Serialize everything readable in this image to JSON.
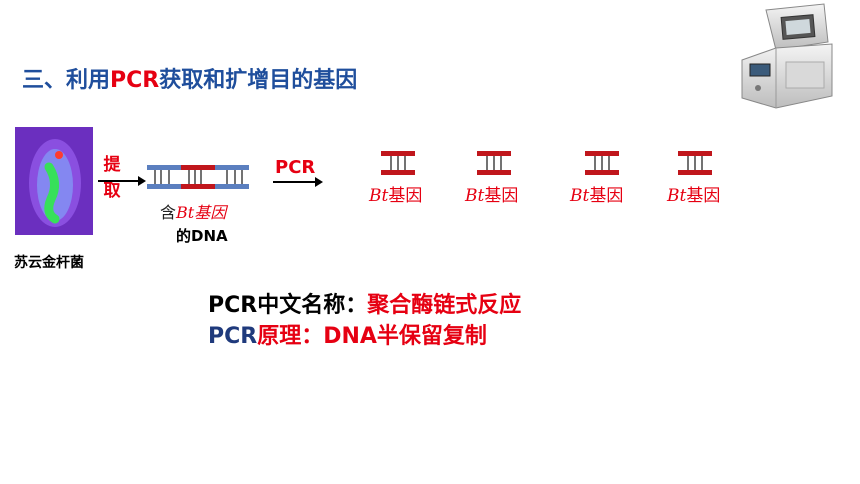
{
  "title": {
    "prefix": "三、利用",
    "highlight": "PCR",
    "suffix": "获取和扩增目的基因"
  },
  "bacteria": {
    "label": "苏云金杆菌"
  },
  "extract_label": "提取",
  "dna": {
    "contains": "含",
    "gene": "Bt",
    "gene_suffix": "基因",
    "of_dna": "的DNA"
  },
  "pcr_arrow_label": "PCR",
  "genes": [
    {
      "italic": "Bt",
      "text": "基因"
    },
    {
      "italic": "Bt",
      "text": "基因"
    },
    {
      "italic": "Bt",
      "text": "基因"
    },
    {
      "italic": "Bt",
      "text": "基因"
    }
  ],
  "info": {
    "name_label": "PCR中文名称：",
    "name_value": "聚合酶链式反应",
    "principle_prefix": "PCR",
    "principle_label": "原理：",
    "principle_value": "DNA半保留复制"
  },
  "colors": {
    "title_blue": "#1f4e9c",
    "accent_red": "#e60012",
    "strand_blue": "#5b7fbf",
    "strand_red": "#c0161c"
  }
}
